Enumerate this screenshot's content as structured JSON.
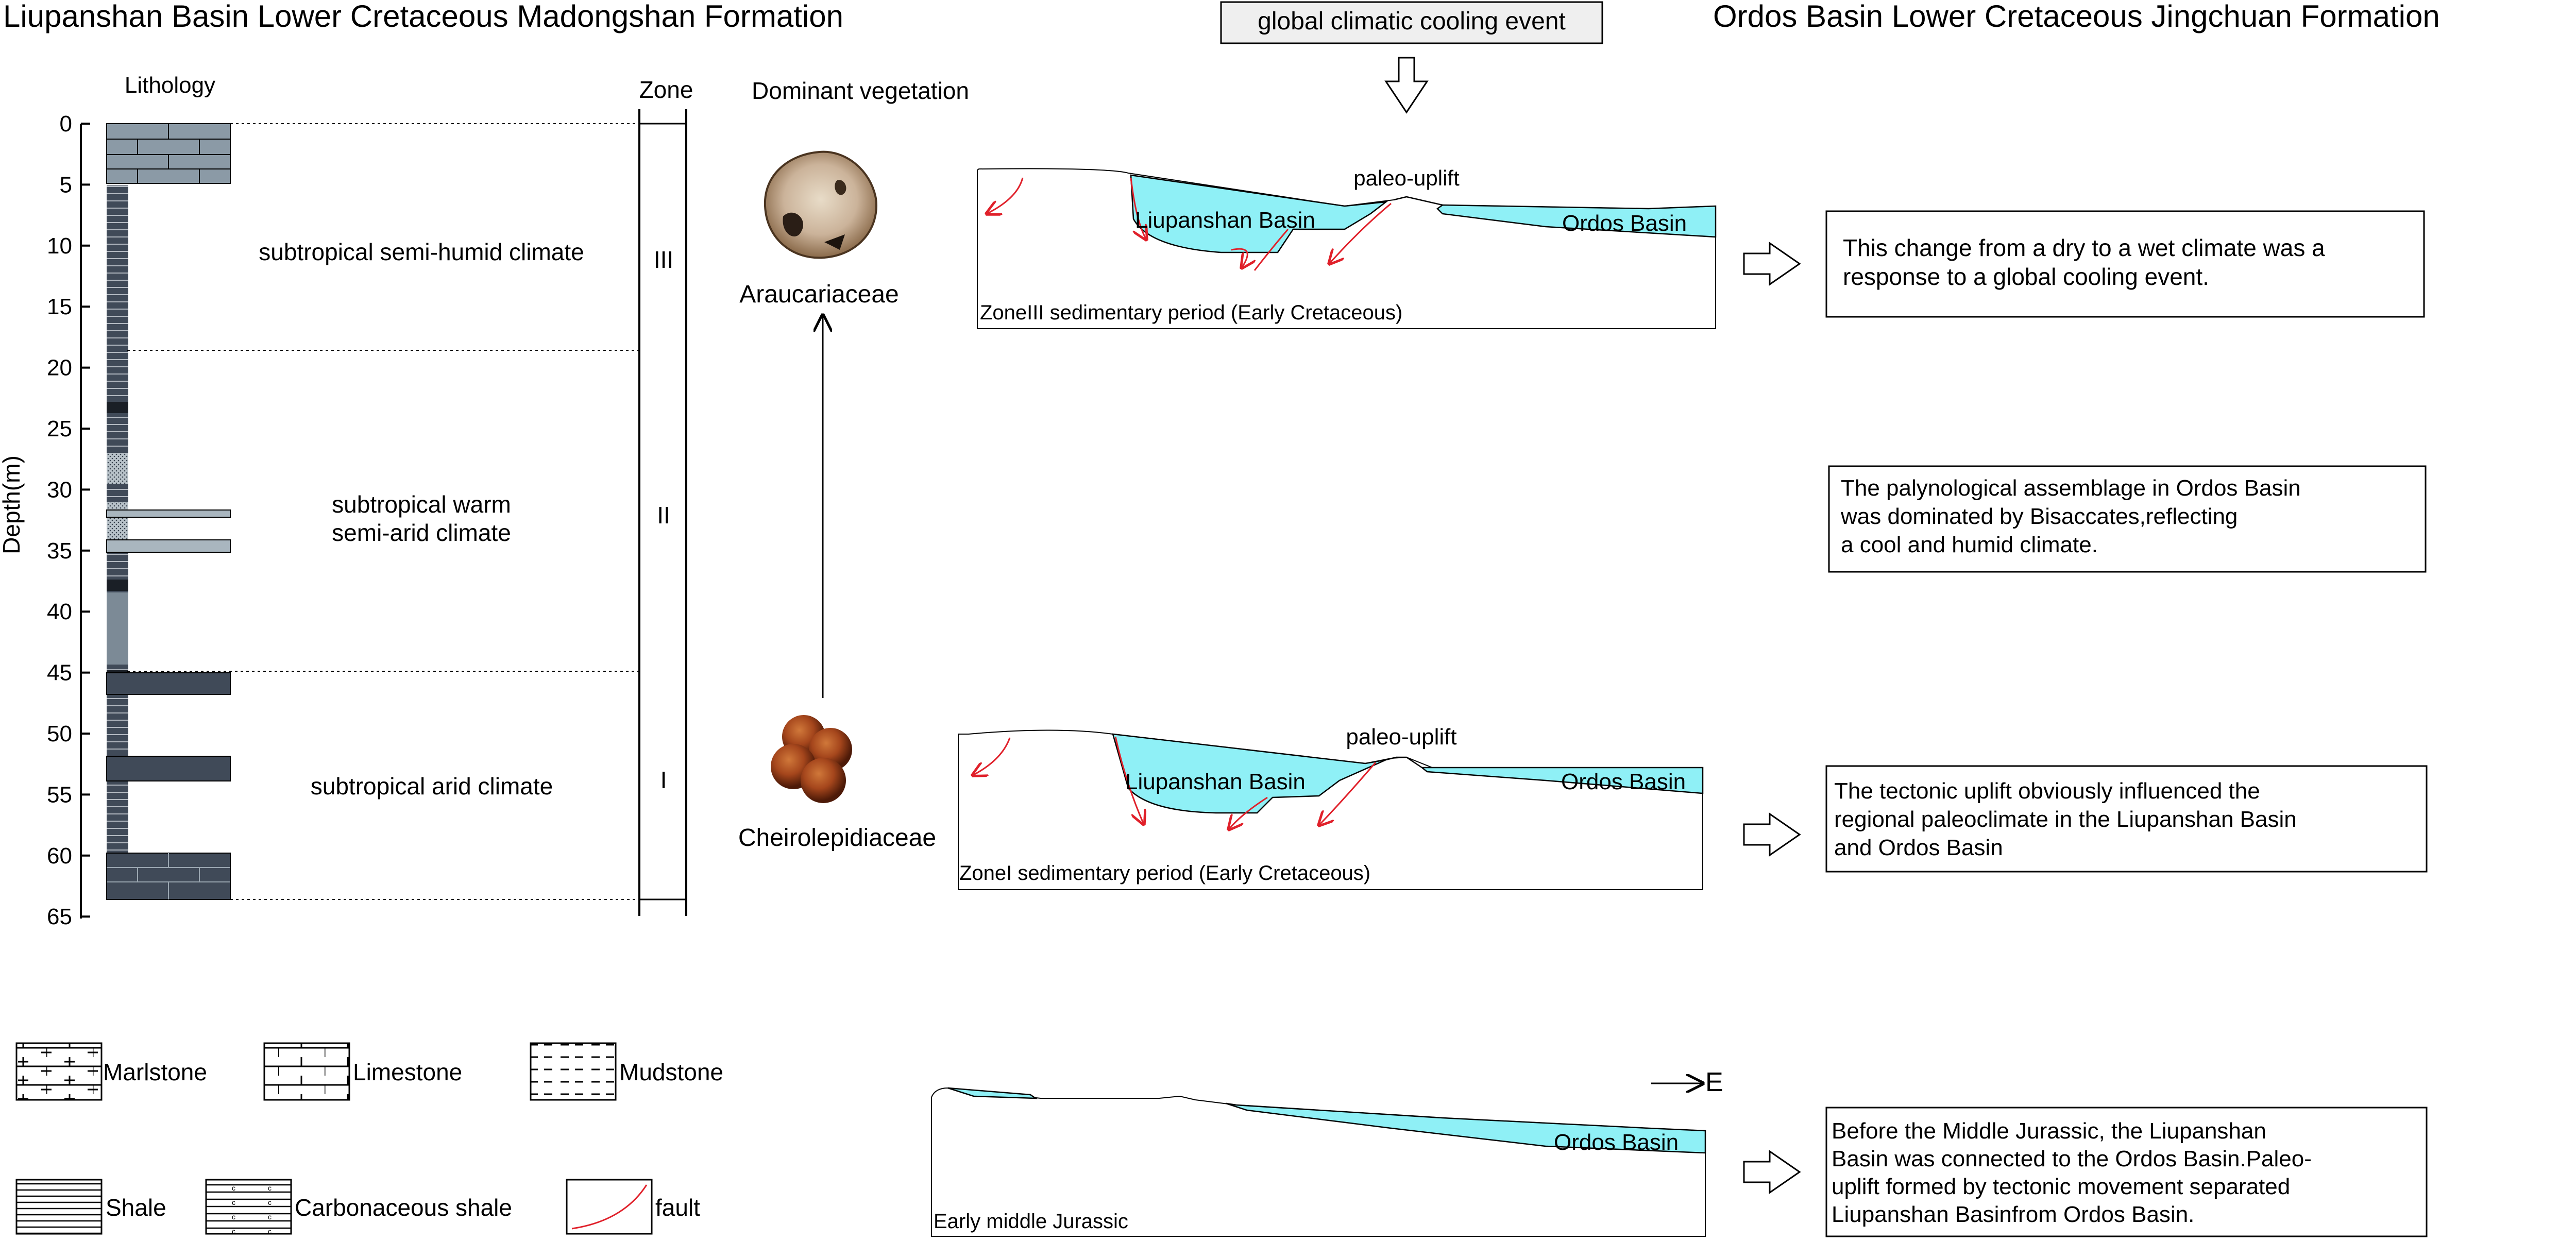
{
  "title_left": "Liupanshan Basin Lower Cretaceous Madongshan Formation",
  "title_right": "Ordos Basin Lower Cretaceous Jingchuan Formation",
  "event_label": "global climatic cooling event",
  "column_headers": {
    "lithology": "Lithology",
    "zone": "Zone",
    "vegetation": "Dominant vegetation"
  },
  "depth_axis": {
    "label": "Depth(m)",
    "ticks": [
      "0",
      "5",
      "10",
      "15",
      "20",
      "25",
      "30",
      "35",
      "40",
      "45",
      "50",
      "55",
      "60",
      "65"
    ]
  },
  "zones": [
    {
      "id": "III",
      "climate_line1": "subtropical semi-humid climate",
      "climate_line2": ""
    },
    {
      "id": "II",
      "climate_line1": "subtropical warm",
      "climate_line2": "semi-arid climate"
    },
    {
      "id": "I",
      "climate_line1": "subtropical arid climate",
      "climate_line2": ""
    }
  ],
  "vegetation": {
    "upper": "Araucariaceae",
    "lower": "Cheirolepidiaceae"
  },
  "sections": {
    "zone3": {
      "caption": "ZoneIII sedimentary period (Early Cretaceous)",
      "uplift": "paleo-uplift",
      "liupanshan": "Liupanshan Basin",
      "ordos": "Ordos Basin"
    },
    "zone1": {
      "caption": "ZoneI sedimentary period (Early Cretaceous)",
      "uplift": "paleo-uplift",
      "liupanshan": "Liupanshan Basin",
      "ordos": "Ordos Basin"
    },
    "jurassic": {
      "caption": "Early middle Jurassic",
      "ordos": "Ordos Basin",
      "direction": "E"
    }
  },
  "notes": {
    "note1": [
      "This change from a dry to a wet climate was a",
      "response to a global cooling event."
    ],
    "note2": [
      "The palynological assemblage in Ordos Basin",
      "was dominated by Bisaccates,reflecting",
      "a cool and humid climate."
    ],
    "note3": [
      "The tectonic uplift  obviously influenced the",
      "regional paleoclimate  in the Liupanshan Basin",
      "and Ordos Basin"
    ],
    "note4": [
      "Before the Middle Jurassic, the Liupanshan",
      "Basin was connected to the Ordos Basin.Paleo-",
      "uplift formed by tectonic movement separated",
      "Liupanshan Basinfrom Ordos Basin."
    ]
  },
  "legend": {
    "marlstone": "Marlstone",
    "limestone": "Limestone",
    "mudstone": "Mudstone",
    "shale": "Shale",
    "carbonaceous_shale": "Carbonaceous shale",
    "fault": "fault"
  },
  "colors": {
    "basin_water": "#8ff0f6",
    "fault": "#e0202a",
    "rock_dark": "#404a58",
    "rock_light": "#8b9aa6"
  }
}
